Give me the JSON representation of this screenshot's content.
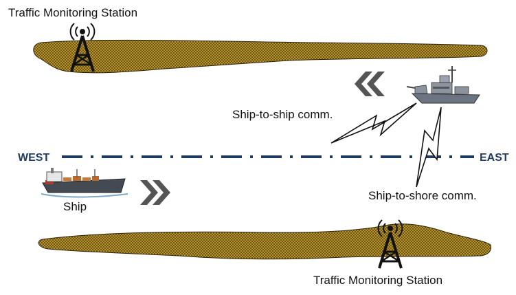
{
  "labels": {
    "station_top": "Traffic Monitoring Station",
    "station_bottom": "Traffic Monitoring Station",
    "west": "WEST",
    "east": "EAST",
    "ship": "Ship",
    "ship_to_ship": "Ship-to-ship comm.",
    "ship_to_shore": "Ship-to-shore comm."
  },
  "colors": {
    "land": "#b8922a",
    "land_outline": "#2a2108",
    "route_line": "#1f3a5f",
    "arrow": "#555555",
    "tower": "#111111"
  },
  "icons": {
    "tower": "radio-tower-icon",
    "cargo_ship": "cargo-ship-icon",
    "warship": "warship-icon",
    "east_arrow": "double-chevron-right-icon",
    "west_arrow": "double-chevron-left-icon",
    "lightning": "lightning-bolt-icon"
  }
}
